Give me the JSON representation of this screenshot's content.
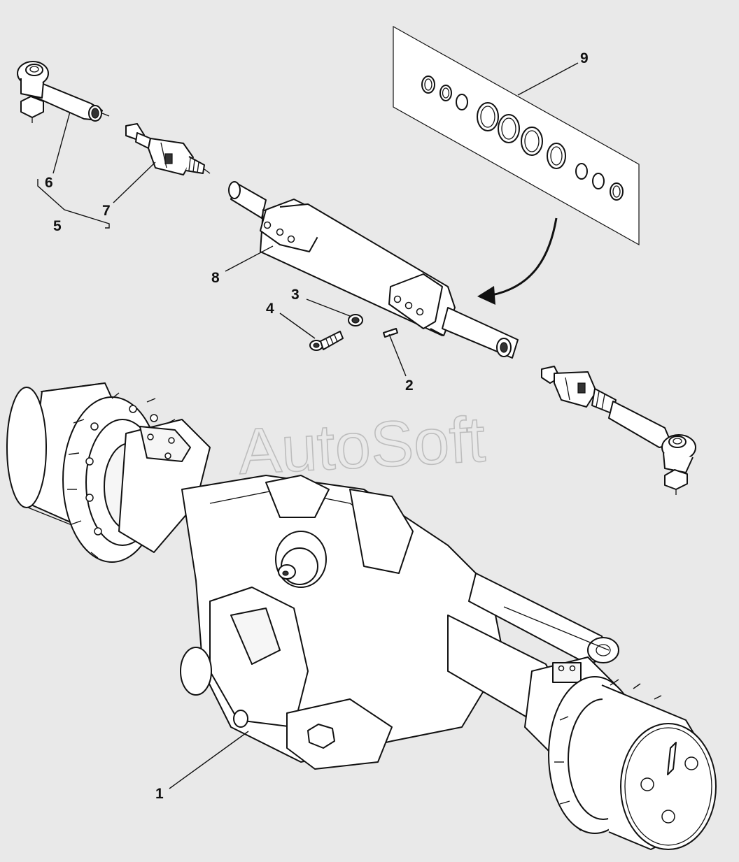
{
  "watermark": "AutoSoft",
  "callouts": {
    "c1": "1",
    "c2": "2",
    "c3": "3",
    "c4": "4",
    "c5": "5",
    "c6": "6",
    "c7": "7",
    "c8": "8",
    "c9": "9"
  },
  "colors": {
    "background": "#e9e9e9",
    "line": "#111111",
    "fill": "#ffffff",
    "watermark_stroke": "#bdbdbd"
  }
}
